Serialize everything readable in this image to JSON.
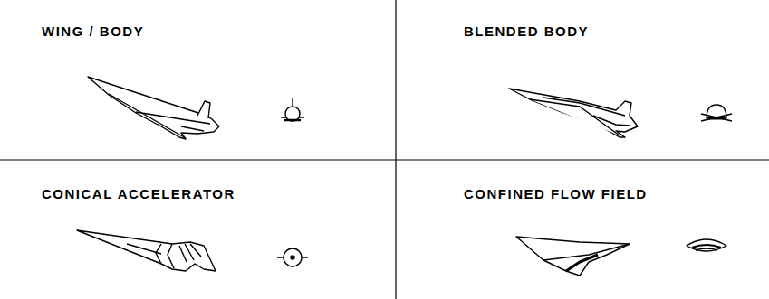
{
  "diagram": {
    "labels": [
      "WING / BODY",
      "BLENDED BODY",
      "CONICAL ACCELERATOR",
      "CONFINED FLOW FIELD"
    ]
  }
}
